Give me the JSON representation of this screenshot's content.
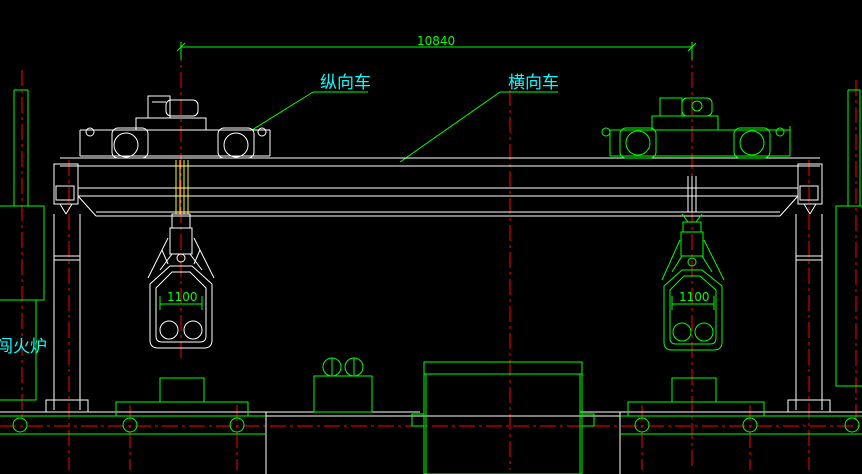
{
  "colors": {
    "background": "#000000",
    "white": "#ffffff",
    "green": "#00ff00",
    "cyan": "#00ffff",
    "red": "#ff0000",
    "yellow": "#ffff00"
  },
  "dimensions": {
    "span": "10840",
    "grab_left": "1100",
    "grab_right": "1100"
  },
  "labels": {
    "longitudinal_trolley": "纵向车",
    "transverse_trolley": "横向车",
    "furnace_partial": "闯火炉"
  }
}
